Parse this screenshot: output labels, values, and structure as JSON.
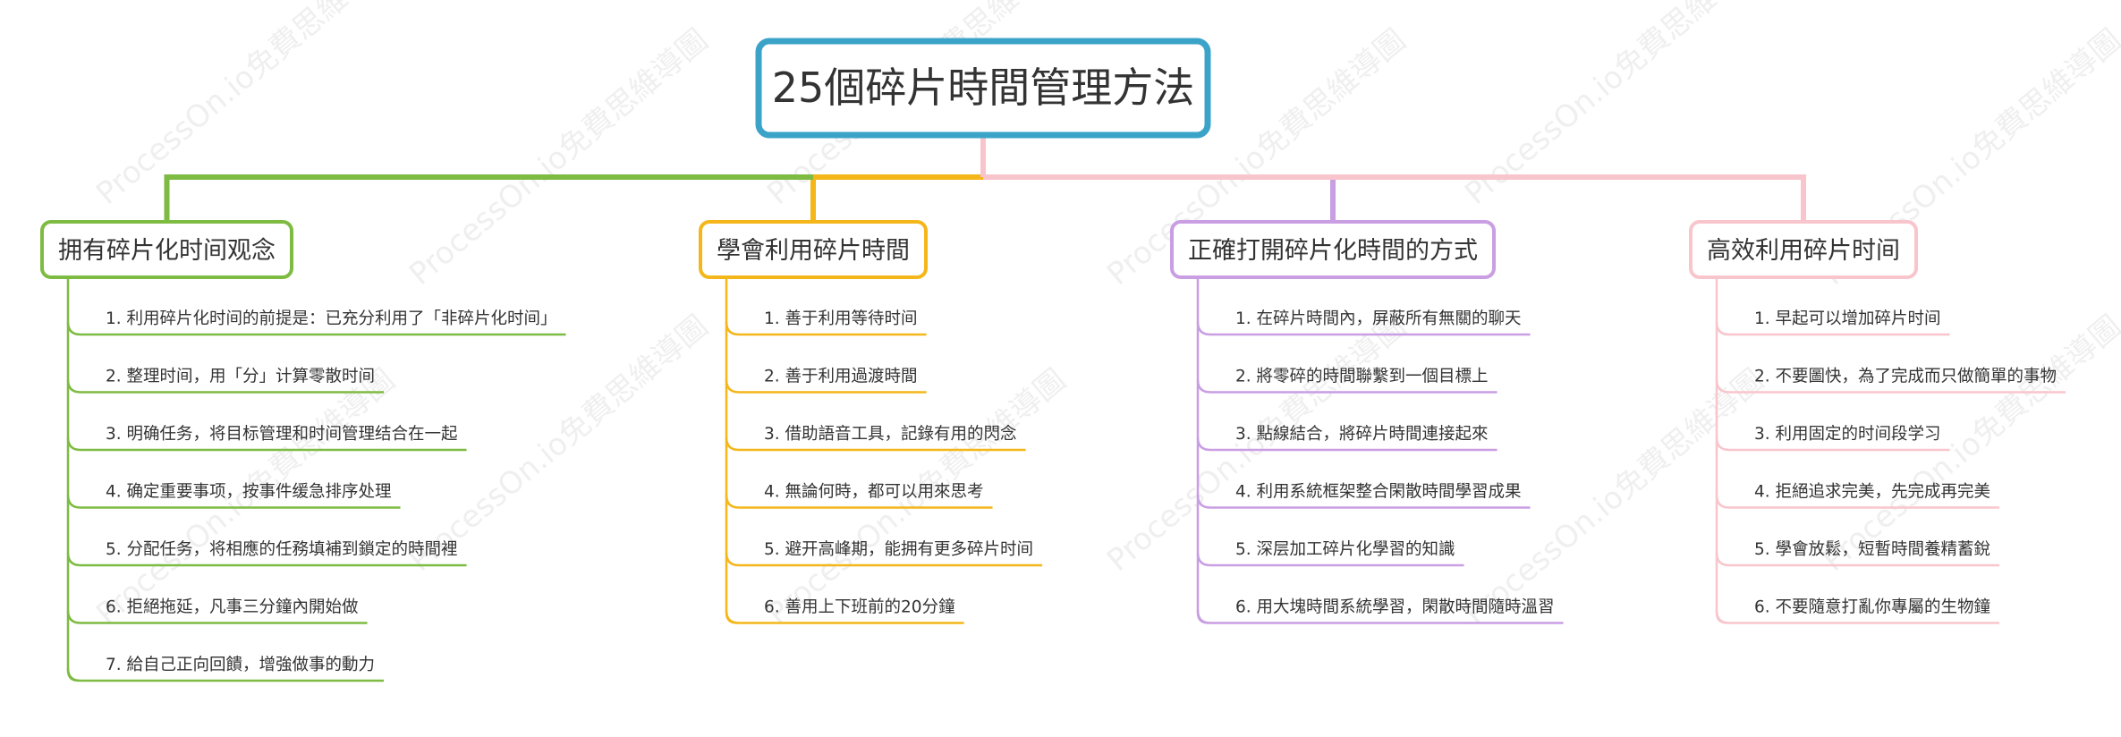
{
  "title": "25個碎片時間管理方法",
  "watermark_text": "ProcessOn.io免費思維導圖",
  "colors": {
    "root_border": "#3ca3c8",
    "text": "#333333"
  },
  "branches": [
    {
      "label": "拥有碎片化时间观念",
      "color": "#7dbb42",
      "items": [
        "1. 利用碎片化时间的前提是：已充分利用了「非碎片化时间」",
        "2. 整理时间，用「分」计算零散时间",
        "3. 明确任务，将目标管理和时间管理结合在一起",
        "4. 确定重要事项，按事件缓急排序处理",
        "5. 分配任务，将相應的任務填補到鎖定的時間裡",
        "6. 拒絕拖延，凡事三分鐘內開始做",
        "7. 給自己正向回饋，增強做事的動力"
      ]
    },
    {
      "label": "學會利用碎片時間",
      "color": "#f4b619",
      "items": [
        "1. 善于利用等待时间",
        "2. 善于利用過渡時間",
        "3. 借助語音工具，記錄有用的閃念",
        "4. 無論何時，都可以用來思考",
        "5. 避开高峰期，能拥有更多碎片时间",
        "6. 善用上下班前的20分鐘"
      ]
    },
    {
      "label": "正確打開碎片化時間的方式",
      "color": "#c99ee3",
      "items": [
        "1. 在碎片時間內，屏蔽所有無關的聊天",
        "2. 將零碎的時間聯繫到一個目標上",
        "3. 點線結合，將碎片時間連接起來",
        "4. 利用系統框架整合閑散時間學習成果",
        "5. 深层加工碎片化學習的知識",
        "6. 用大塊時間系統學習，閑散時間隨時溫習"
      ]
    },
    {
      "label": "高效利用碎片时间",
      "color": "#f9c5cc",
      "items": [
        "1. 早起可以增加碎片时间",
        "2. 不要圖快，為了完成而只做簡單的事物",
        "3. 利用固定的时间段学习",
        "4. 拒絕追求完美，先完成再完美",
        "5. 學會放鬆，短暫時間養精蓄銳",
        "6. 不要隨意打亂你專屬的生物鐘"
      ]
    }
  ]
}
